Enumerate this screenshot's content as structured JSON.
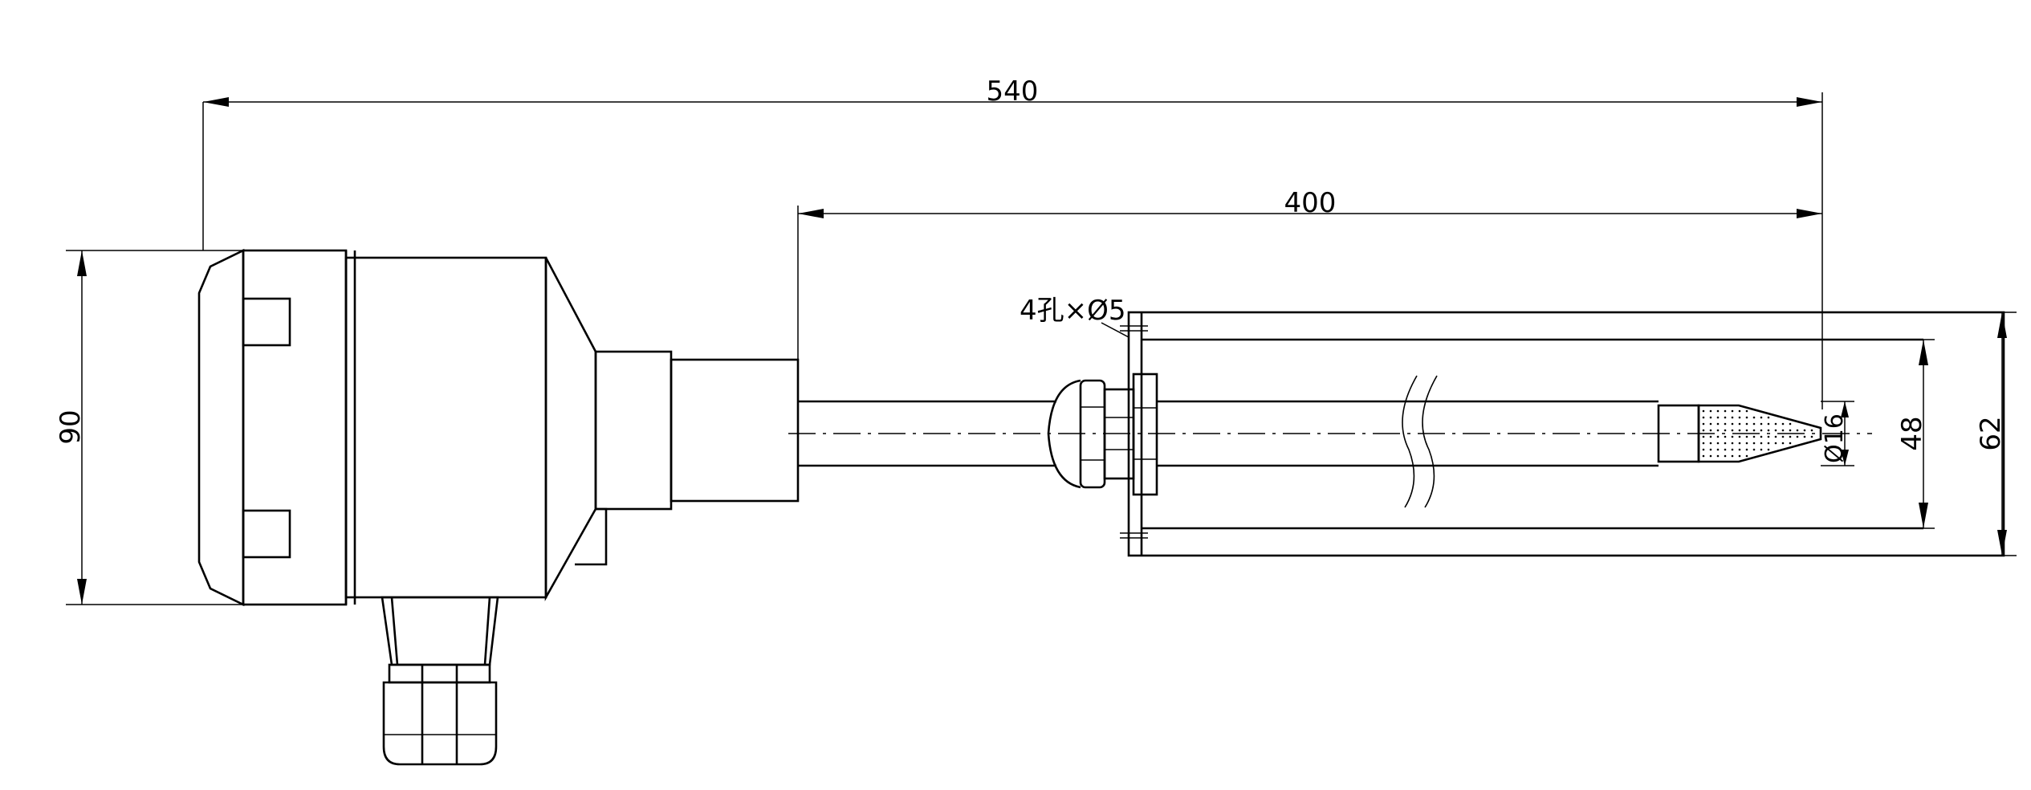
{
  "dimensions": {
    "overall_length": "540",
    "probe_length": "400",
    "housing_height": "90",
    "inner_height": "48",
    "outer_height": "62",
    "probe_diameter": "Ø16",
    "mounting_holes": "4孔×Ø5"
  }
}
